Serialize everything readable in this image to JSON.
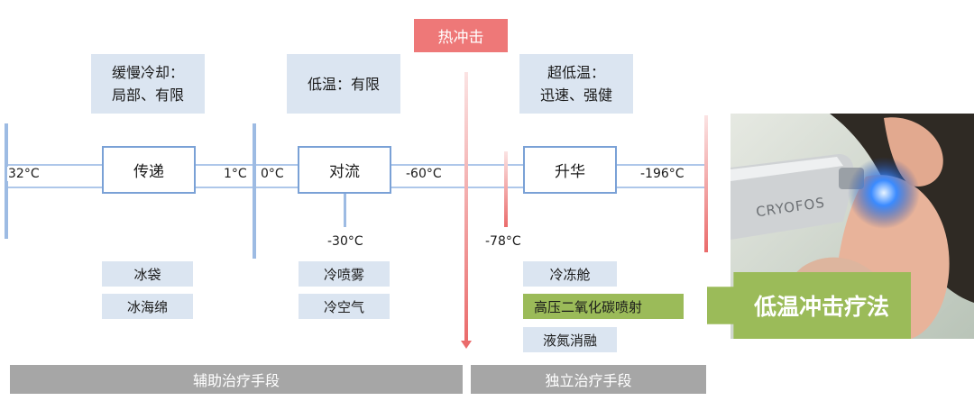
{
  "header_tag": "热冲击",
  "notes": {
    "slow_cooling": "缓慢冷却：\n局部、有限",
    "low_temp": "低温：有限",
    "ultra_low": "超低温：\n迅速、强健"
  },
  "processes": {
    "conduction": "传递",
    "convection": "对流",
    "sublimation": "升华"
  },
  "temperatures": {
    "t32": "32°C",
    "t1": "1°C",
    "t0": "0°C",
    "tneg60": "-60°C",
    "tneg196": "-196°C",
    "tneg30": "-30°C",
    "tneg78": "-78°C"
  },
  "methods": {
    "ice_bag": "冰袋",
    "ice_sponge": "冰海绵",
    "cold_spray": "冷喷雾",
    "cold_air": "冷空气",
    "cryo_chamber": "冷冻舱",
    "co2_spray": "高压二氧化碳喷射",
    "ln2_ablation": "液氮消融"
  },
  "arrow_label": "低温冲击疗法",
  "photo_brand": "CRYOFOS",
  "footers": {
    "auxiliary": "辅助治疗手段",
    "independent": "独立治疗手段"
  },
  "colors": {
    "accent_red": "#ee7878",
    "highlight_green": "#9bbb59",
    "tag_blue": "#dbe5f1",
    "line_blue": "#9dbbe3",
    "footer_gray": "#a6a6a6"
  }
}
